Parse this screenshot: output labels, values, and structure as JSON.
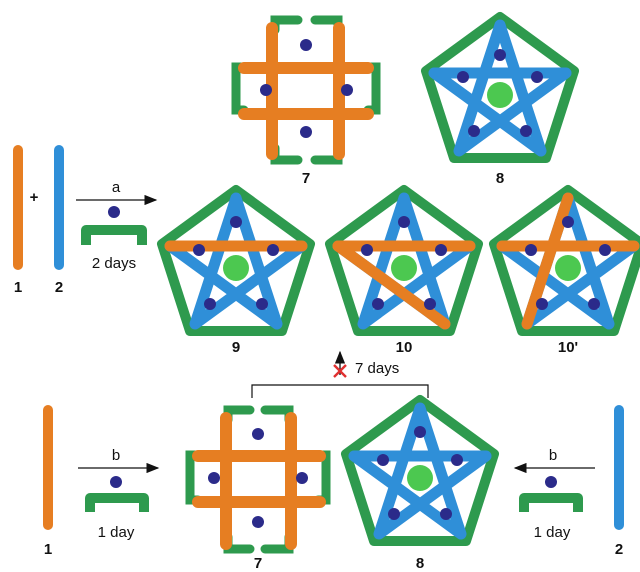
{
  "colors": {
    "orange": "#e67e22",
    "orange_dark": "#b85d12",
    "blue": "#2f8fd8",
    "blue_dark": "#1f5f9e",
    "green": "#2e9a4e",
    "green_dark": "#1e6a35",
    "green_light": "#4cc86a",
    "ion": "#2b2b8a",
    "center": "#4cc850",
    "cross": "#e03030"
  },
  "compounds": {
    "c7_top": "7",
    "c8_top": "8",
    "c9": "9",
    "c10": "10",
    "c10p": "10'",
    "c1_top": "1",
    "c2_top": "2",
    "c1_bottom": "1",
    "c7_bottom": "7",
    "c8_bottom": "8",
    "c2_bottom": "2"
  },
  "reaction": {
    "plus": "+",
    "a_label": "a",
    "a_time": "2 days",
    "b_label": "b",
    "b_time_left": "1 day",
    "b_time_right": "1 day",
    "conversion_time": "7 days"
  }
}
